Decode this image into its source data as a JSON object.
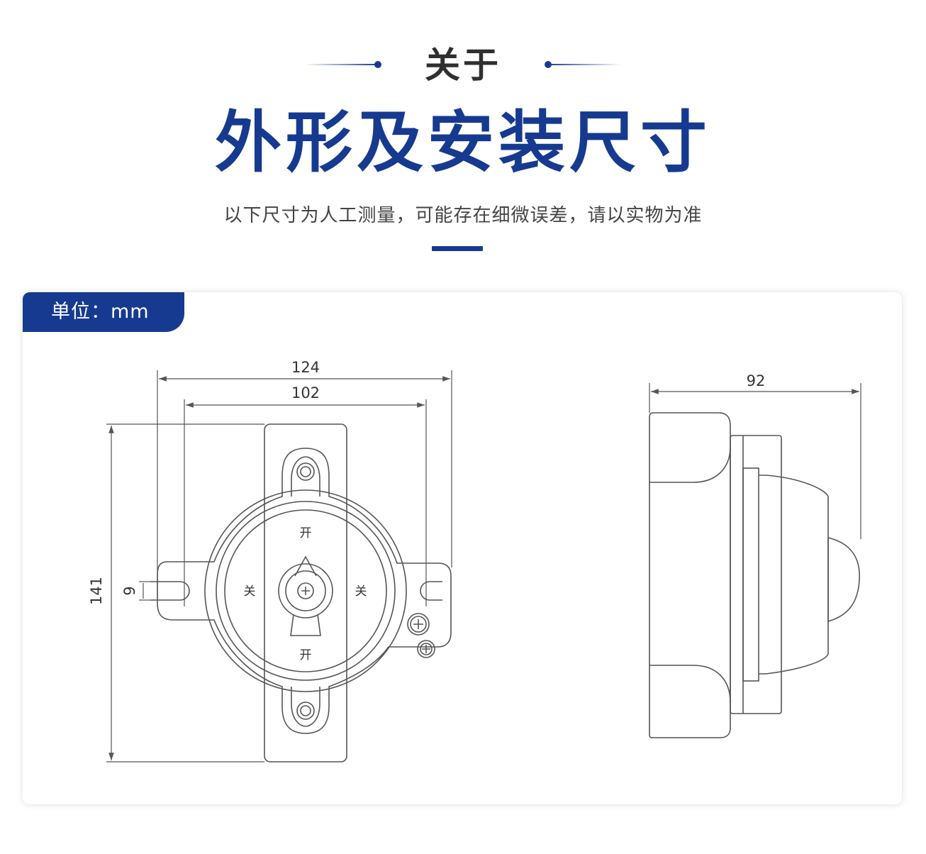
{
  "header": {
    "about_label": "关于",
    "title": "外形及安装尺寸",
    "subtitle": "以下尺寸为人工测量，可能存在细微误差，请以实物为准"
  },
  "panel": {
    "unit_label": "单位：mm"
  },
  "dimensions": {
    "overall_width": "124",
    "mount_spacing": "102",
    "overall_height": "141",
    "slot_width": "9",
    "depth": "92"
  },
  "dial_labels": {
    "top": "开",
    "bottom": "开",
    "left": "关",
    "right": "关"
  },
  "colors": {
    "brand_blue": "#163a90",
    "line_gray": "#555555"
  }
}
